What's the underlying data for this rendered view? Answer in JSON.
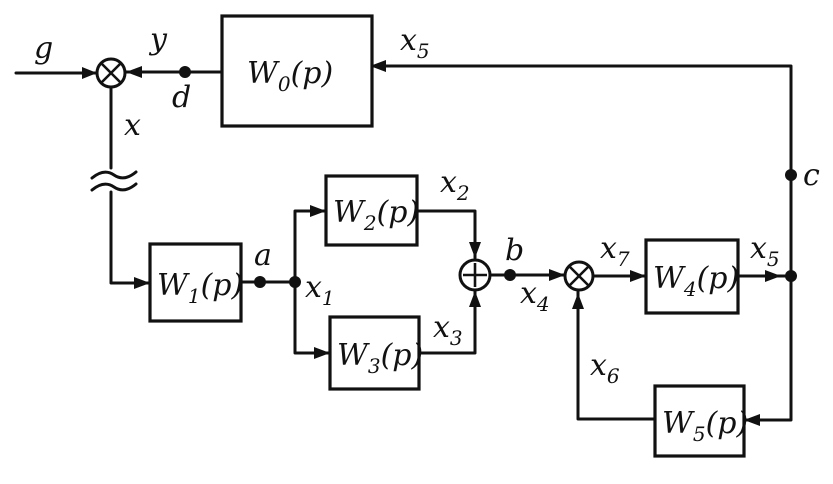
{
  "blocks": {
    "w0": {
      "name": "W",
      "sub": "0",
      "arg": "(p)"
    },
    "w1": {
      "name": "W",
      "sub": "1",
      "arg": "(p)"
    },
    "w2": {
      "name": "W",
      "sub": "2",
      "arg": "(p)"
    },
    "w3": {
      "name": "W",
      "sub": "3",
      "arg": "(p)"
    },
    "w4": {
      "name": "W",
      "sub": "4",
      "arg": "(p)"
    },
    "w5": {
      "name": "W",
      "sub": "5",
      "arg": "(p)"
    }
  },
  "signals": {
    "g": "g",
    "y": "y",
    "x": "x",
    "x5_top": {
      "name": "x",
      "sub": "5"
    },
    "x1": {
      "name": "x",
      "sub": "1"
    },
    "x2": {
      "name": "x",
      "sub": "2"
    },
    "x3": {
      "name": "x",
      "sub": "3"
    },
    "x4": {
      "name": "x",
      "sub": "4"
    },
    "x7": {
      "name": "x",
      "sub": "7"
    },
    "x5_right": {
      "name": "x",
      "sub": "5"
    },
    "x6": {
      "name": "x",
      "sub": "6"
    }
  },
  "nodes": {
    "a": "a",
    "b": "b",
    "c": "c",
    "d": "d"
  }
}
